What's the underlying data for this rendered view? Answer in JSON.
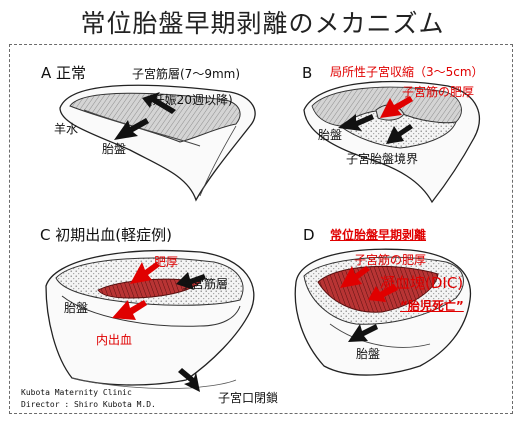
{
  "title": "常位胎盤早期剥離のメカニズム",
  "panels": {
    "a": {
      "heading": "A  正常",
      "muscle_layer": "子宮筋層(7～9mm)",
      "muscle_note": "(妊娠20週以降)",
      "amniotic_fluid": "羊水",
      "placenta": "胎盤"
    },
    "b": {
      "heading": "B",
      "local_contraction": "局所性子宮収縮（3～5cm）",
      "muscle_thickening": "子宮筋の肥厚",
      "placenta": "胎盤",
      "boundary": "子宮胎盤境界"
    },
    "c": {
      "heading": "C  初期出血(軽症例)",
      "thickening": "肥厚",
      "muscle_layer": "子宮筋層",
      "placenta": "胎盤",
      "internal_bleeding": "内出血",
      "os_closure": "子宮口閉鎖"
    },
    "d": {
      "heading": "D",
      "title_red": "常位胎盤早期剥離",
      "muscle_thickening": "子宮筋の肥厚",
      "clot": "凝血塊(DIC)",
      "fetal_death": "“胎児死亡”",
      "placenta": "胎盤"
    }
  },
  "credit": {
    "line1": "Kubota  Maternity  Clinic",
    "line2": "Director : Shiro Kubota M.D."
  },
  "colors": {
    "arrow_red": "#e00000",
    "blood": "#b32d2d",
    "ink": "#111111"
  }
}
